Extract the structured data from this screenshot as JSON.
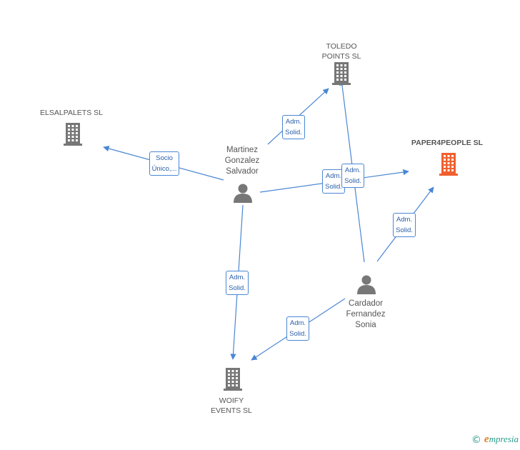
{
  "colors": {
    "edge": "#4a86d4",
    "company": "#777777",
    "company_highlight": "#f0602f",
    "person": "#777777"
  },
  "nodes": {
    "toledo": {
      "label": [
        "TOLEDO",
        "POINTS SL"
      ],
      "type": "company",
      "icon": "building-icon"
    },
    "elsalpalets": {
      "label": [
        "ELSALPALETS SL"
      ],
      "type": "company",
      "icon": "building-icon"
    },
    "paper4people": {
      "label": [
        "PAPER4PEOPLE SL"
      ],
      "type": "company",
      "highlight": true,
      "icon": "building-icon"
    },
    "woify": {
      "label": [
        "WOIFY",
        "EVENTS SL"
      ],
      "type": "company",
      "icon": "building-icon"
    },
    "martinez": {
      "label": [
        "Martinez",
        "Gonzalez",
        "Salvador"
      ],
      "type": "person",
      "icon": "person-icon"
    },
    "cardador": {
      "label": [
        "Cardador",
        "Fernandez",
        "Sonia"
      ],
      "type": "person",
      "icon": "person-icon"
    }
  },
  "edges": [
    {
      "from": "martinez",
      "to": "elsalpalets",
      "label": [
        "Socio",
        "Único,..."
      ]
    },
    {
      "from": "martinez",
      "to": "toledo",
      "label": [
        "Adm.",
        "Solid."
      ]
    },
    {
      "from": "martinez",
      "to": "paper4people",
      "label": [
        "Adm.",
        "Solid."
      ]
    },
    {
      "from": "martinez",
      "to": "woify",
      "label": [
        "Adm.",
        "Solid."
      ]
    },
    {
      "from": "cardador",
      "to": "toledo",
      "label": [
        "Adm.",
        "Solid."
      ]
    },
    {
      "from": "cardador",
      "to": "paper4people",
      "label": [
        "Adm.",
        "Solid."
      ]
    },
    {
      "from": "cardador",
      "to": "woify",
      "label": [
        "Adm.",
        "Solid."
      ]
    }
  ],
  "footer": {
    "copyright_symbol": "©",
    "brand_initial": "e",
    "brand_rest": "mpresia"
  }
}
